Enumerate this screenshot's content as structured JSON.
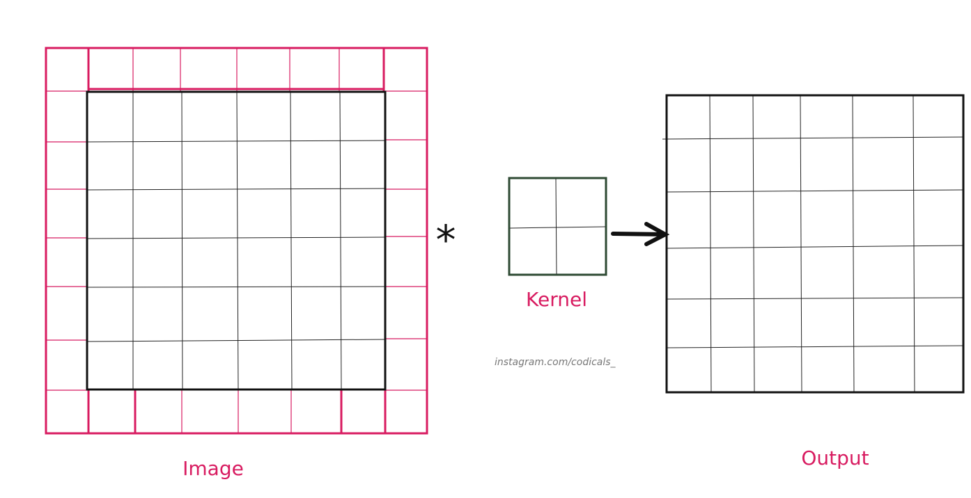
{
  "colors": {
    "padding": "#d81b60",
    "image_border": "#111111",
    "grid_line": "#222222",
    "kernel_border": "#2e4a33",
    "label": "#d81b60",
    "watermark": "#777777",
    "background": "#ffffff"
  },
  "diagram": {
    "image": {
      "label": "Image",
      "rows": 6,
      "cols": 6,
      "padding": 1
    },
    "operator": "*",
    "kernel": {
      "label": "Kernel",
      "rows": 2,
      "cols": 2
    },
    "arrow": "arrow-right-icon",
    "output": {
      "label": "Output",
      "rows": 6,
      "cols": 6
    },
    "watermark": "instagram.com/codicals_"
  }
}
